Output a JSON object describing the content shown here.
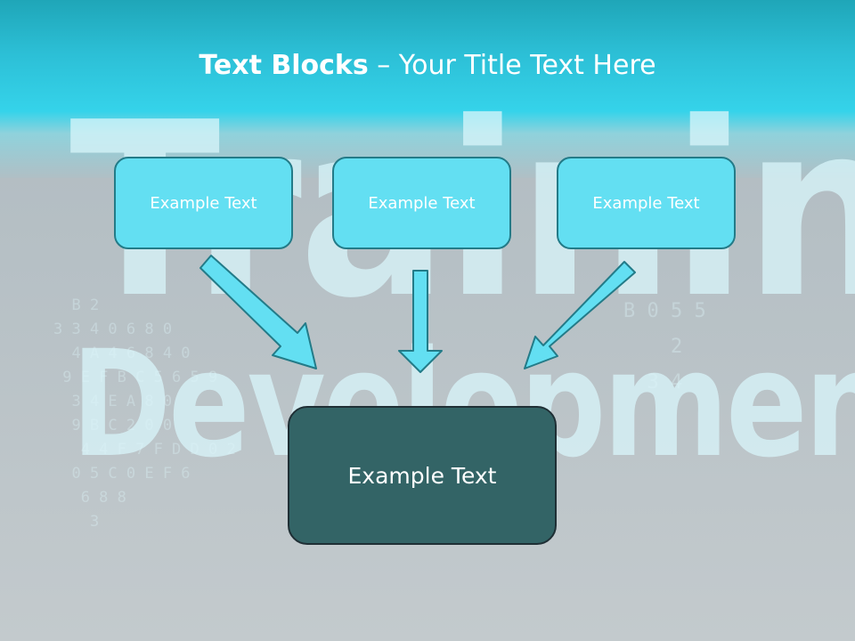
{
  "title": {
    "bold": "Text Blocks",
    "rest": " – Your Title Text Here"
  },
  "boxes": [
    {
      "label": "Example Text"
    },
    {
      "label": "Example Text"
    },
    {
      "label": "Example Text"
    }
  ],
  "center_box": {
    "label": "Example Text"
  },
  "background": {
    "word_top": "Training",
    "word_bottom": "Development",
    "digits_left": "  B 2\n3 3 4 0 6 8 0\n  4 A 4 6 8 4 0\n 9 E F B C 5 6 5 9\n  3 4 E A 8 0\n  9 B C 2 0 0\n   4 4 F 7 F D D 0 2\n  0 5 C 0 E F 6\n   6 8 8\n    3",
    "digits_right": "B 0 5 5\n    2\n  3 4"
  },
  "colors": {
    "header_accent": "#35d3ea",
    "box_fill": "#63dff2",
    "box_border": "#237b88",
    "center_fill": "#336466",
    "arrow_fill": "#63dff2",
    "arrow_stroke": "#237b88"
  }
}
